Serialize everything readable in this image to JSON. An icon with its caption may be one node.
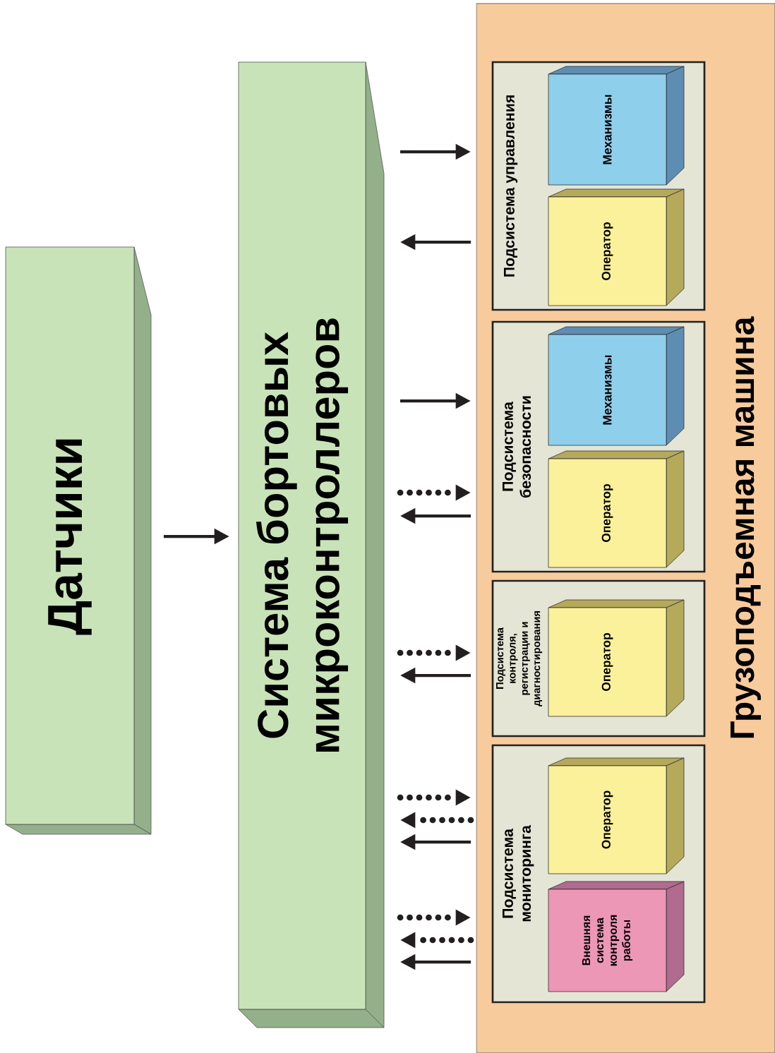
{
  "diagram": {
    "nodes": [
      {
        "text": [
          "Датчики"
        ]
      },
      {
        "text": [
          "Система бортовых микроконтроллеров"
        ]
      },
      {
        "text": [
          "Грузоподъемная машина"
        ]
      },
      {
        "text": [
          "Подсистема управления"
        ],
        "in": 2
      },
      {
        "text": [
          "Механизмы"
        ],
        "in": 3
      },
      {
        "text": [
          "Оператор"
        ],
        "in": 3
      },
      {
        "text": [
          "Подсистема безопасности"
        ],
        "in": 2
      },
      {
        "text": [
          "Механизмы"
        ],
        "in": 6
      },
      {
        "text": [
          "Оператор"
        ],
        "in": 6
      },
      {
        "text": [
          "Подсистема контроля, регистрации и диагностирования"
        ],
        "in": 2
      },
      {
        "text": [
          "Оператор"
        ],
        "in": 9
      },
      {
        "text": [
          "Подсистема мониторинга"
        ],
        "in": 2
      },
      {
        "text": [
          "Оператор"
        ],
        "in": 11
      },
      {
        "text": [
          "Внешняя система контроля работы"
        ],
        "in": 11
      }
    ],
    "edges": [
      {
        "from": 0,
        "to": 1,
        "arrow": "to"
      },
      {
        "from": 1,
        "to": 3,
        "arrow": "to"
      },
      {
        "from": 3,
        "to": 1,
        "arrow": "to"
      },
      {
        "from": 1,
        "to": 6,
        "arrow": "to"
      },
      {
        "from": 1,
        "to": 6,
        "arrow": "to",
        "style": "dashed"
      },
      {
        "from": 6,
        "to": 1,
        "arrow": "to"
      },
      {
        "from": 1,
        "to": 9,
        "arrow": "to",
        "style": "dashed"
      },
      {
        "from": 9,
        "to": 1,
        "arrow": "to"
      },
      {
        "from": 1,
        "to": 11,
        "arrow": "to",
        "style": "dashed"
      },
      {
        "from": 11,
        "to": 1,
        "arrow": "to",
        "style": "dashed"
      },
      {
        "from": 11,
        "to": 1,
        "arrow": "to"
      },
      {
        "from": 1,
        "to": 11,
        "arrow": "to",
        "style": "dashed"
      },
      {
        "from": 11,
        "to": 1,
        "arrow": "to",
        "style": "dashed"
      },
      {
        "from": 11,
        "to": 1,
        "arrow": "to"
      }
    ]
  }
}
